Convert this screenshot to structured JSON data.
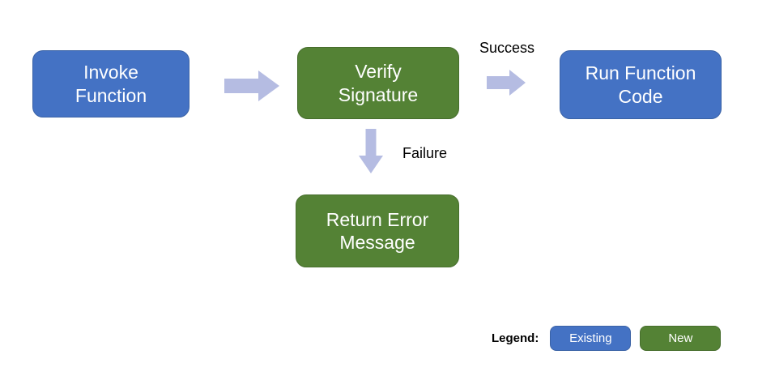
{
  "diagram": {
    "nodes": {
      "invoke_function": {
        "label": "Invoke\nFunction",
        "status": "existing"
      },
      "verify_signature": {
        "label": "Verify\nSignature",
        "status": "new"
      },
      "run_function_code": {
        "label": "Run Function\nCode",
        "status": "existing"
      },
      "return_error_message": {
        "label": "Return Error\nMessage",
        "status": "new"
      }
    },
    "edge_labels": {
      "success": "Success",
      "failure": "Failure"
    }
  },
  "legend": {
    "title": "Legend:",
    "items": [
      {
        "label": "Existing",
        "color": "#4472C4"
      },
      {
        "label": "New",
        "color": "#548235"
      }
    ]
  },
  "colors": {
    "existing_fill": "#4472C4",
    "new_fill": "#548235",
    "arrow_fill": "#B5BCE2",
    "box_text": "#FFFFFF",
    "label_text": "#000000",
    "background": "#FFFFFF"
  }
}
